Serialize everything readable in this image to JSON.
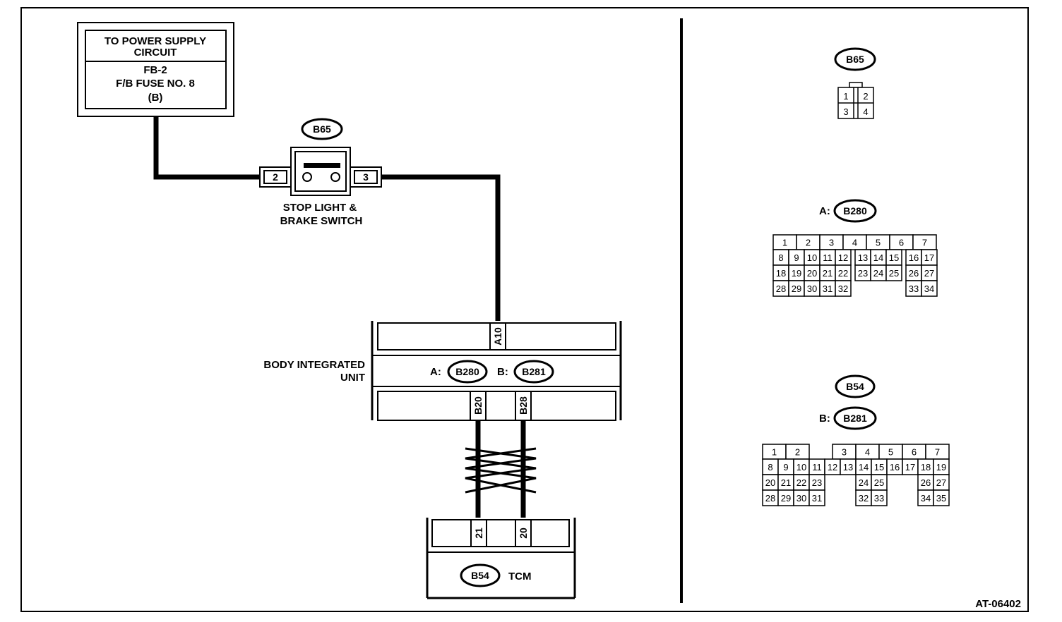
{
  "power_supply": {
    "line1": "TO POWER SUPPLY",
    "line2": "CIRCUIT",
    "line3": "FB-2",
    "line4": "F/B FUSE NO. 8",
    "line5": "(B)"
  },
  "switch": {
    "connector": "B65",
    "pin_left": "2",
    "pin_right": "3",
    "label_line1": "STOP LIGHT &",
    "label_line2": "BRAKE SWITCH"
  },
  "body_unit": {
    "label_line1": "BODY INTEGRATED",
    "label_line2": "UNIT",
    "prefix_a": "A:",
    "connector_a": "B280",
    "prefix_b": "B:",
    "connector_b": "B281",
    "pin_top": "A10",
    "pin_bottom_left": "B20",
    "pin_bottom_right": "B28"
  },
  "tcm": {
    "connector": "B54",
    "label": "TCM",
    "pin_left": "21",
    "pin_right": "20"
  },
  "connector_views": {
    "b65": {
      "title": "B65",
      "pins": [
        "1",
        "2",
        "3",
        "4"
      ]
    },
    "b280": {
      "prefix": "A:",
      "title": "B280",
      "row1": [
        "1",
        "2",
        "3",
        "4",
        "5",
        "6",
        "7"
      ],
      "row2": [
        "8",
        "9",
        "10",
        "11",
        "12",
        "13",
        "14",
        "15",
        "16",
        "17"
      ],
      "row3": [
        "18",
        "19",
        "20",
        "21",
        "22",
        "23",
        "24",
        "25",
        "26",
        "27"
      ],
      "row4": [
        "28",
        "29",
        "30",
        "31",
        "32",
        "33",
        "34"
      ]
    },
    "b281": {
      "title_top": "B54",
      "prefix": "B:",
      "title": "B281",
      "row1": [
        "1",
        "2",
        "3",
        "4",
        "5",
        "6",
        "7"
      ],
      "row2": [
        "8",
        "9",
        "10",
        "11",
        "12",
        "13",
        "14",
        "15",
        "16",
        "17",
        "18",
        "19"
      ],
      "row3": [
        "20",
        "21",
        "22",
        "23",
        "24",
        "25",
        "26",
        "27"
      ],
      "row4": [
        "28",
        "29",
        "30",
        "31",
        "32",
        "33",
        "34",
        "35"
      ]
    }
  },
  "figure_code": "AT-06402"
}
